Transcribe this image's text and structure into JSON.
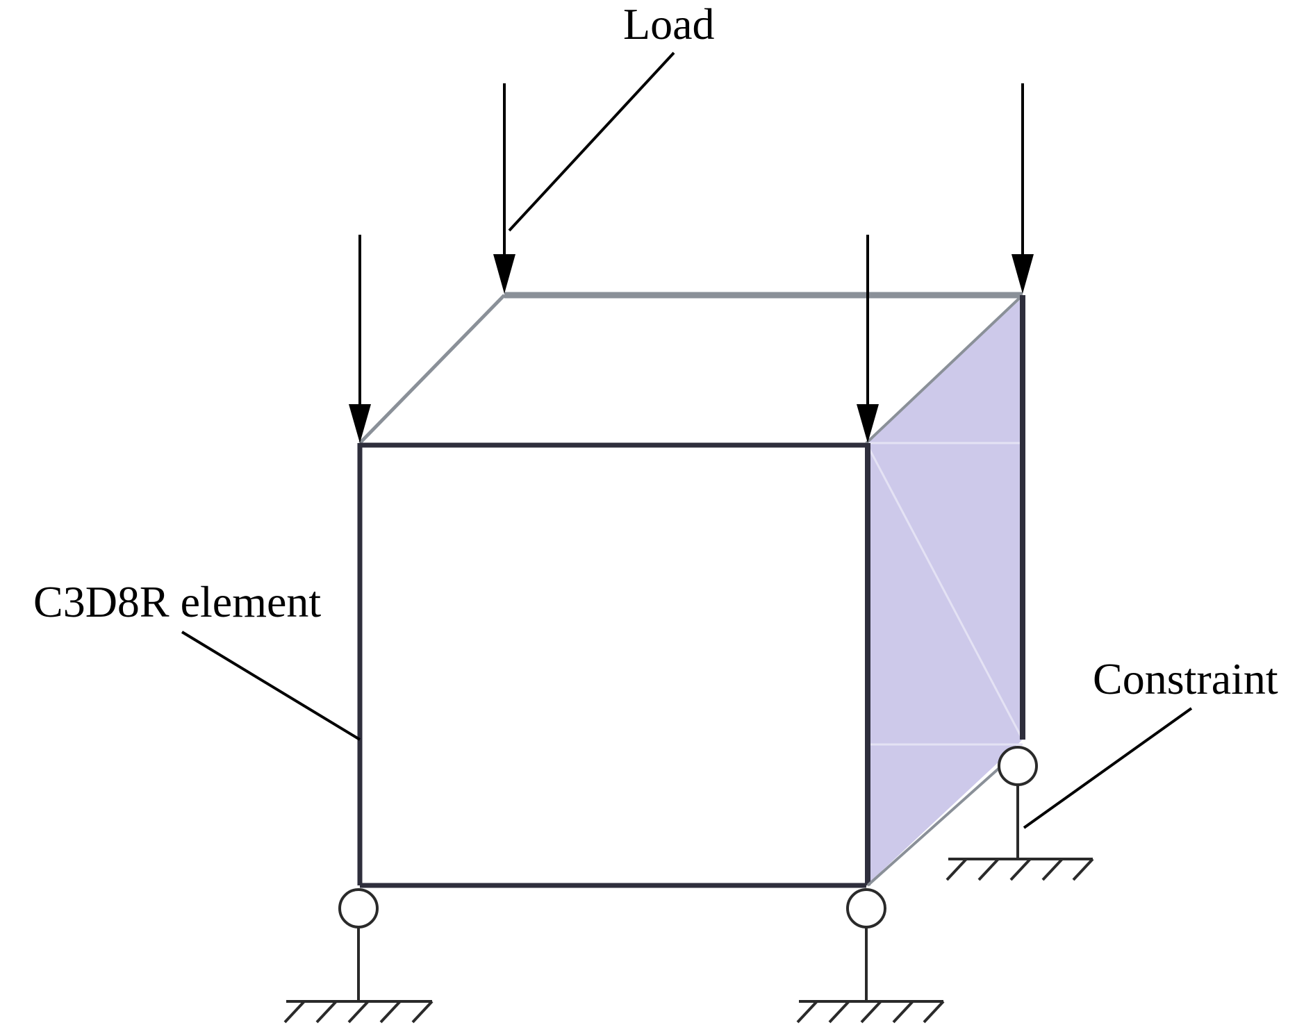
{
  "labels": {
    "load": "Load",
    "element": "C3D8R element",
    "constraint": "Constraint"
  },
  "colors": {
    "edge_dark": "#2e2e3c",
    "edge_light": "#8a9098",
    "face_fill": "#cdc9ea",
    "arrow": "#000000",
    "support": "#2a2a2a"
  },
  "icons": {
    "load_arrow": "down-arrow-icon",
    "pin_support": "roller-support-icon",
    "ground": "ground-hatch-icon"
  }
}
